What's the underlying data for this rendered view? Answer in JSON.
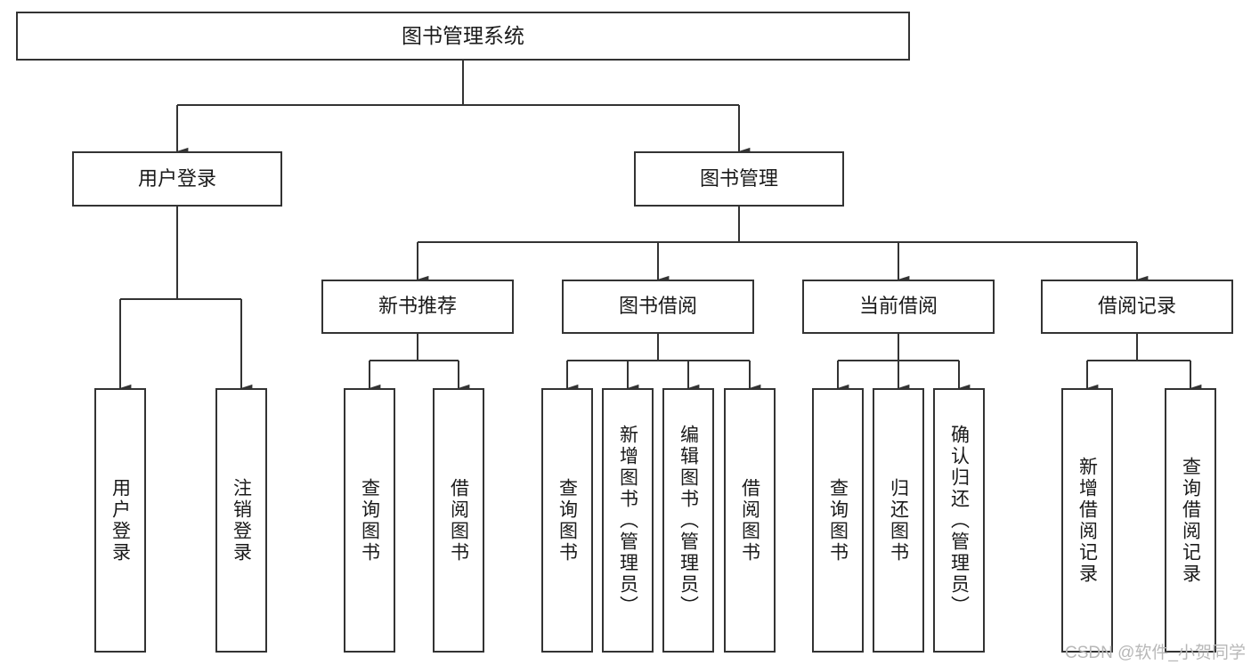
{
  "diagram": {
    "type": "hierarchy-tree",
    "title": "图书管理系统",
    "watermark": "CSDN @软件_小贺同学",
    "colors": {
      "box_border": "#333333",
      "box_fill": "#ffffff",
      "connector": "#333333",
      "text": "#1a1a1a",
      "watermark": "#b8b8b8",
      "background": "#ffffff"
    },
    "root": {
      "id": "root",
      "label": "图书管理系统"
    },
    "level2": [
      {
        "id": "user-login",
        "label": "用户登录"
      },
      {
        "id": "book-manage",
        "label": "图书管理"
      }
    ],
    "level3": [
      {
        "id": "new-book-recommend",
        "label": "新书推荐",
        "parent": "book-manage"
      },
      {
        "id": "book-borrow",
        "label": "图书借阅",
        "parent": "book-manage"
      },
      {
        "id": "current-borrow",
        "label": "当前借阅",
        "parent": "book-manage"
      },
      {
        "id": "borrow-record",
        "label": "借阅记录",
        "parent": "book-manage"
      }
    ],
    "leaves": [
      {
        "id": "leaf-user-login",
        "label": "用户登录",
        "parent": "user-login"
      },
      {
        "id": "leaf-user-logout",
        "label": "注销登录",
        "parent": "user-login"
      },
      {
        "id": "leaf-query-book-1",
        "label": "查询图书",
        "parent": "new-book-recommend"
      },
      {
        "id": "leaf-borrow-book-1",
        "label": "借阅图书",
        "parent": "new-book-recommend"
      },
      {
        "id": "leaf-query-book-2",
        "label": "查询图书",
        "parent": "book-borrow"
      },
      {
        "id": "leaf-add-book",
        "label": "新增图书（管理员）",
        "parent": "book-borrow"
      },
      {
        "id": "leaf-edit-book",
        "label": "编辑图书（管理员）",
        "parent": "book-borrow"
      },
      {
        "id": "leaf-borrow-book-2",
        "label": "借阅图书",
        "parent": "book-borrow"
      },
      {
        "id": "leaf-query-book-3",
        "label": "查询图书",
        "parent": "current-borrow"
      },
      {
        "id": "leaf-return-book",
        "label": "归还图书",
        "parent": "current-borrow"
      },
      {
        "id": "leaf-confirm-return",
        "label": "确认归还（管理员）",
        "parent": "current-borrow"
      },
      {
        "id": "leaf-add-record",
        "label": "新增借阅记录",
        "parent": "borrow-record"
      },
      {
        "id": "leaf-query-record",
        "label": "查询借阅记录",
        "parent": "borrow-record"
      }
    ]
  }
}
